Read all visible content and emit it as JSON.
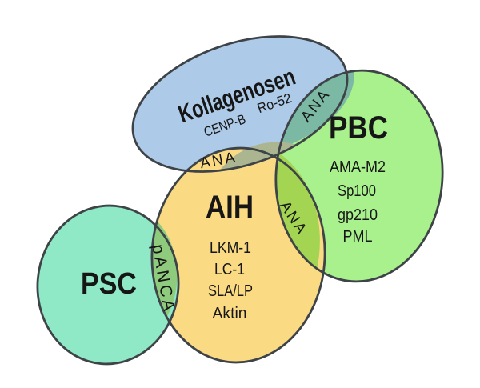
{
  "colors": {
    "background": "#ffffff",
    "outline": "#3e4347",
    "text": "#161616"
  },
  "sets": {
    "kollagenosen": {
      "label": "Kollagenosen",
      "color": "#adcbe8",
      "items": [
        "CENP-B",
        "Ro-52"
      ]
    },
    "pbc": {
      "label": "PBC",
      "color": "#a9f18c",
      "items": [
        "AMA-M2",
        "Sp100",
        "gp210",
        "PML"
      ]
    },
    "aih": {
      "label": "AIH",
      "color": "#fbda84",
      "items": [
        "LKM-1",
        "LC-1",
        "SLA/LP",
        "Aktin"
      ]
    },
    "psc": {
      "label": "PSC",
      "color": "#8fe9c7",
      "items": []
    }
  },
  "overlaps": {
    "kollagenosen_pbc": {
      "label": "ANA",
      "color": "#7cb9a4"
    },
    "kollagenosen_aih": {
      "label": "ANA",
      "color": "#abb691"
    },
    "aih_pbc": {
      "label": "ANA",
      "color": "#a3d553"
    },
    "psc_aih": {
      "label": "pANCA",
      "color": "#8ecb7d"
    }
  }
}
